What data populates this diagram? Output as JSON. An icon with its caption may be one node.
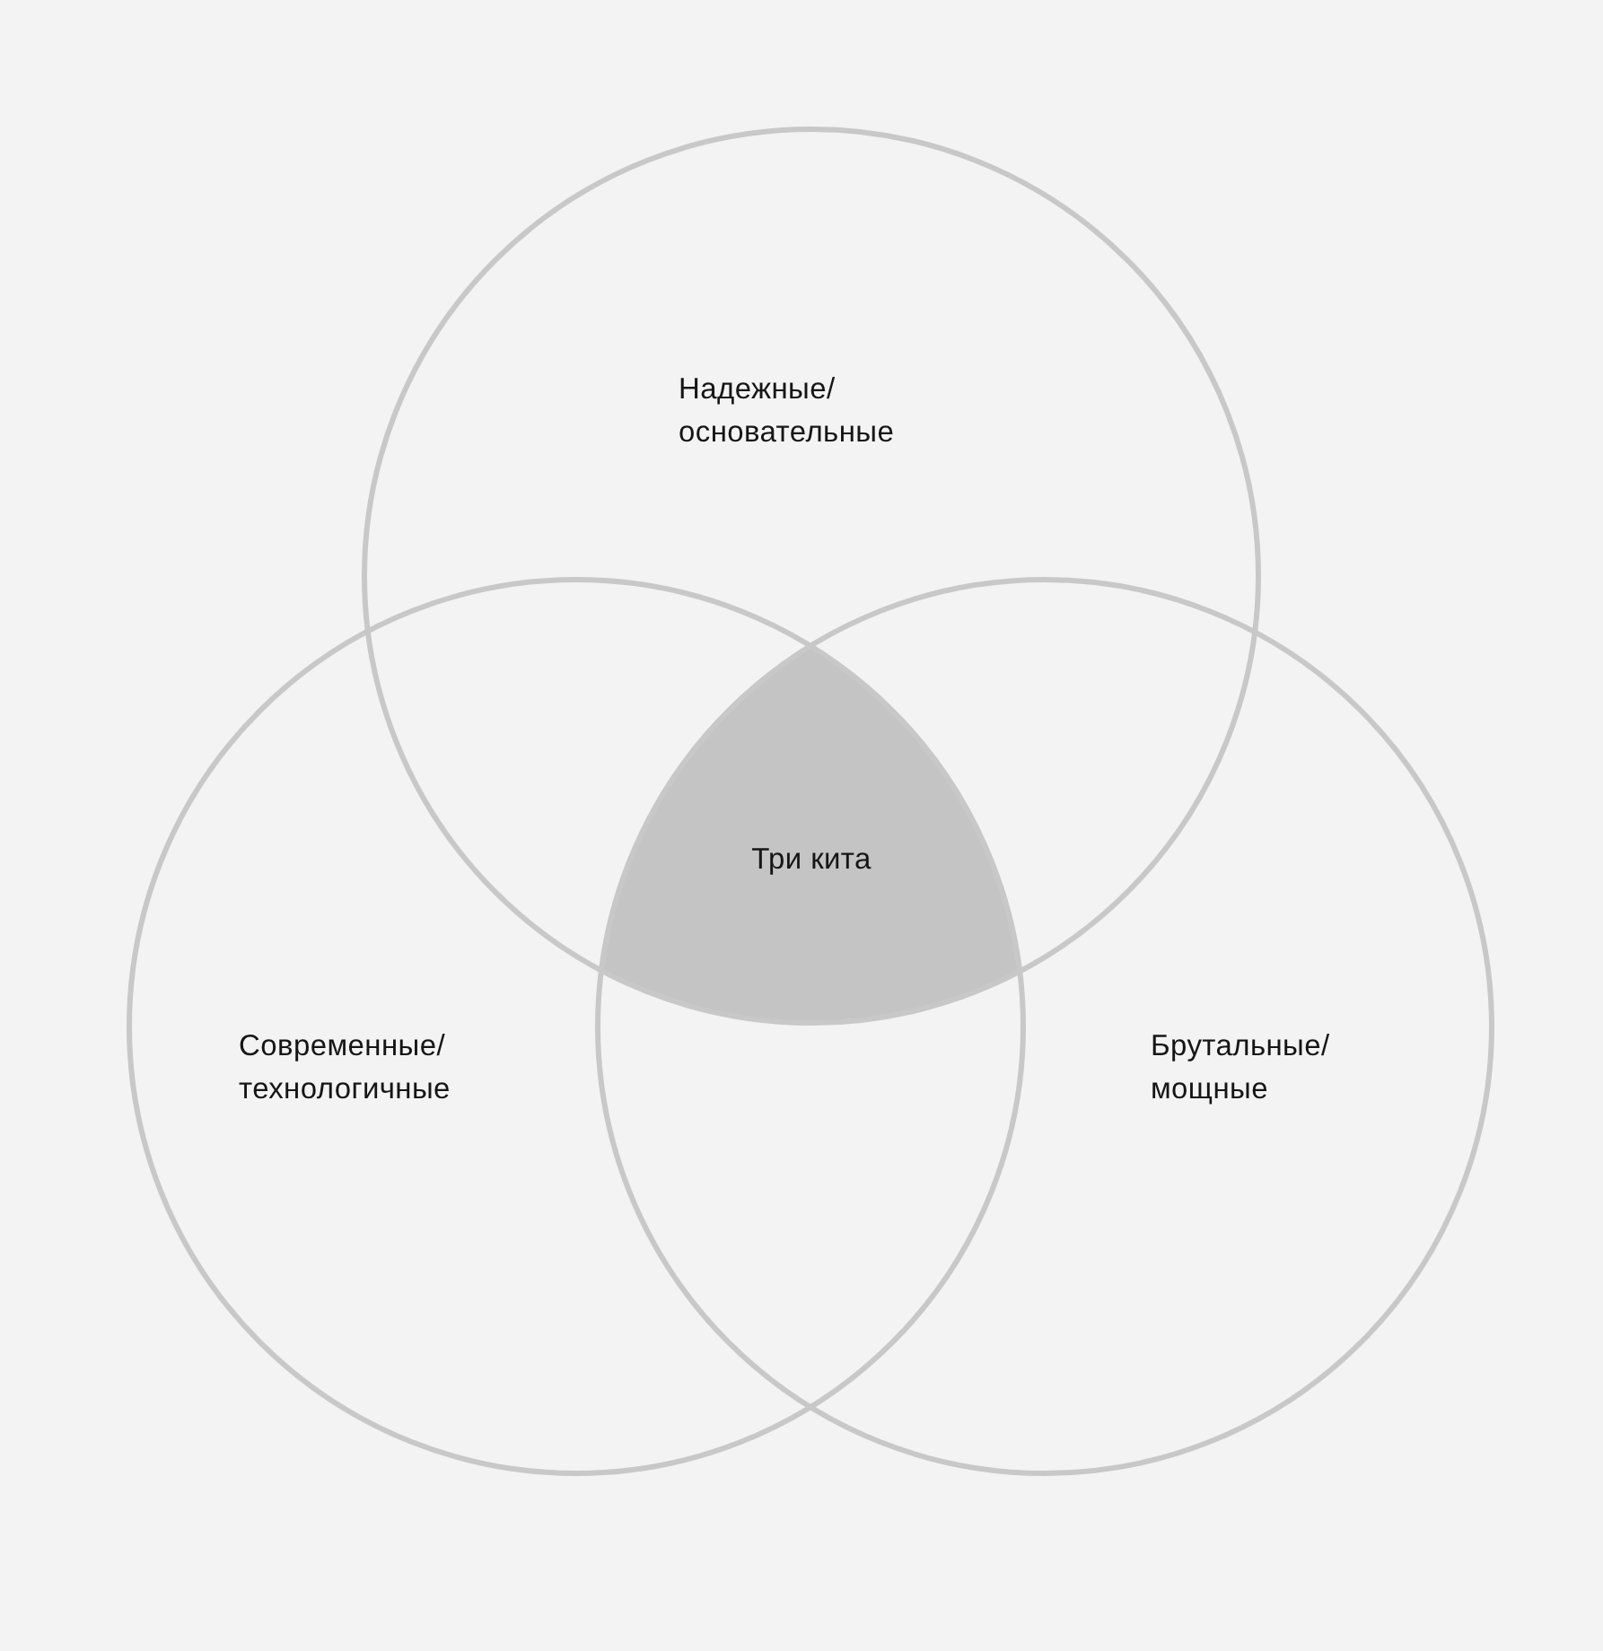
{
  "diagram": {
    "nodes": [
      {
        "text": [
          "Надежные/ основательные"
        ]
      },
      {
        "text": [
          "Современные/ технологичные"
        ]
      },
      {
        "text": [
          "Брутальные/ мощные"
        ]
      },
      {
        "text": [
          "Три кита"
        ]
      }
    ]
  }
}
